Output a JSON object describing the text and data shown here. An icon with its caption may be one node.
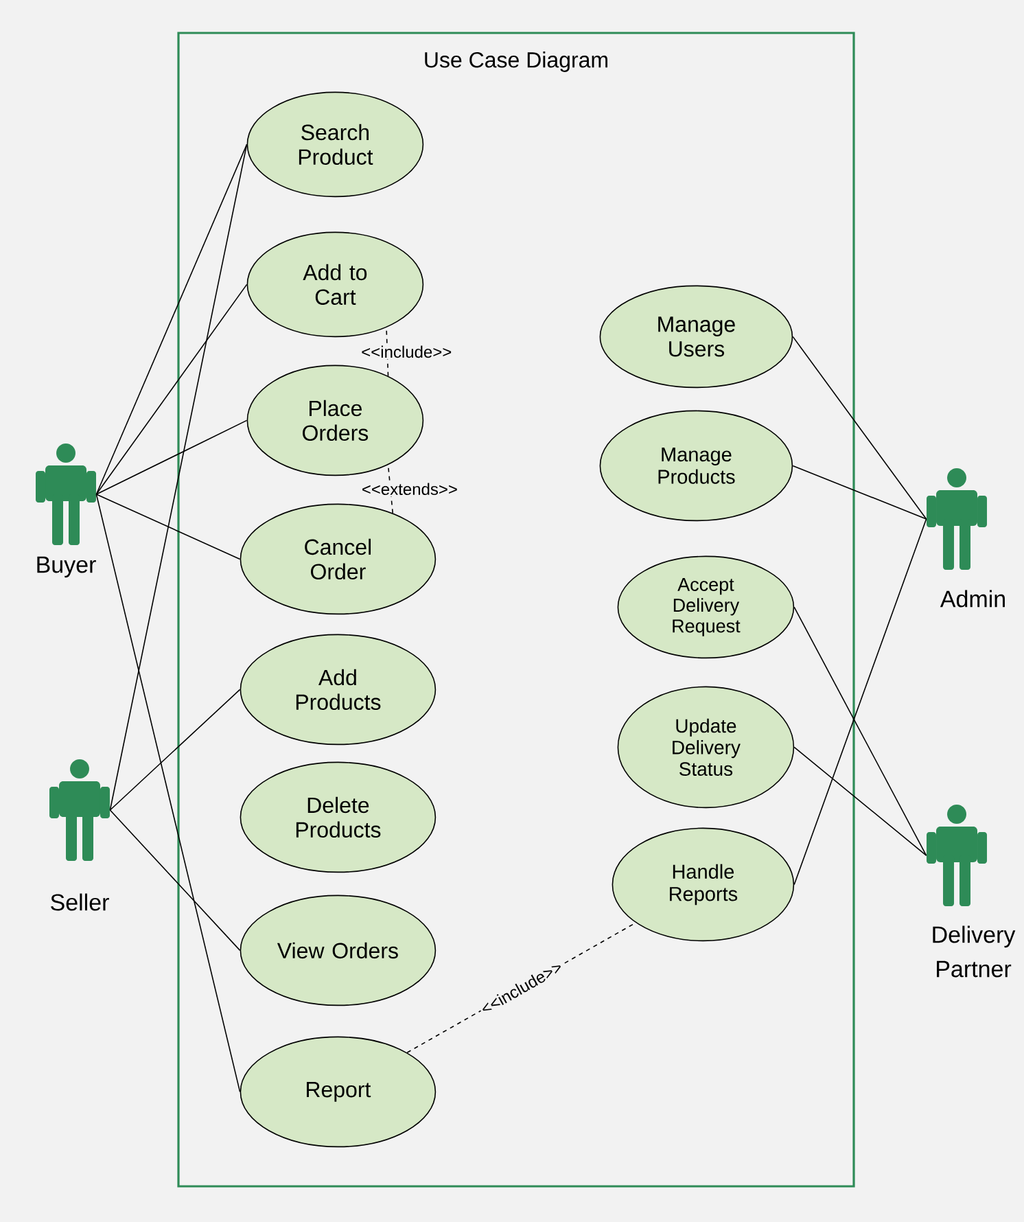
{
  "diagram": {
    "nodes": [
      {
        "text": [
          "Use Case Diagram"
        ]
      },
      {
        "text": [
          "Search Product"
        ],
        "in": 0
      },
      {
        "text": [
          "Add to Cart"
        ],
        "in": 0
      },
      {
        "text": [
          "Place Orders"
        ],
        "in": 0
      },
      {
        "text": [
          "Cancel Order"
        ],
        "in": 0
      },
      {
        "text": [
          "Add Products"
        ],
        "in": 0
      },
      {
        "text": [
          "Delete Products"
        ],
        "in": 0
      },
      {
        "text": [
          "View Orders"
        ],
        "in": 0
      },
      {
        "text": [
          "Report"
        ],
        "in": 0
      },
      {
        "text": [
          "Manage Users"
        ],
        "in": 0
      },
      {
        "text": [
          "Manage Products"
        ],
        "in": 0
      },
      {
        "text": [
          "Accept Delivery Request"
        ],
        "in": 0
      },
      {
        "text": [
          "Update Delivery Status"
        ],
        "in": 0
      },
      {
        "text": [
          "Handle Reports"
        ],
        "in": 0
      },
      {
        "text": [
          "Buyer"
        ]
      },
      {
        "text": [
          "Seller"
        ]
      },
      {
        "text": [
          "Admin"
        ]
      },
      {
        "text": [
          "Delivery Partner"
        ]
      }
    ],
    "edges": [
      {
        "from": 14,
        "to": 1,
        "arrow": "none"
      },
      {
        "from": 14,
        "to": 2,
        "arrow": "none"
      },
      {
        "from": 14,
        "to": 3,
        "arrow": "none"
      },
      {
        "from": 14,
        "to": 4,
        "arrow": "none"
      },
      {
        "from": 14,
        "to": 8,
        "arrow": "none"
      },
      {
        "from": 15,
        "to": 1,
        "arrow": "none"
      },
      {
        "from": 15,
        "to": 5,
        "arrow": "none"
      },
      {
        "from": 15,
        "to": 7,
        "arrow": "none"
      },
      {
        "from": 16,
        "to": 9,
        "arrow": "none"
      },
      {
        "from": 16,
        "to": 10,
        "arrow": "none"
      },
      {
        "from": 16,
        "to": 13,
        "arrow": "none"
      },
      {
        "from": 17,
        "to": 11,
        "arrow": "none"
      },
      {
        "from": 17,
        "to": 12,
        "arrow": "none"
      },
      {
        "from": 3,
        "to": 2,
        "arrow": "none",
        "label": "<<include>>",
        "style": "dashed"
      },
      {
        "from": 4,
        "to": 3,
        "arrow": "none",
        "label": "<<extends>>",
        "style": "dashed"
      },
      {
        "from": 8,
        "to": 13,
        "arrow": "none",
        "label": "<<include>>",
        "style": "dashed"
      }
    ]
  }
}
